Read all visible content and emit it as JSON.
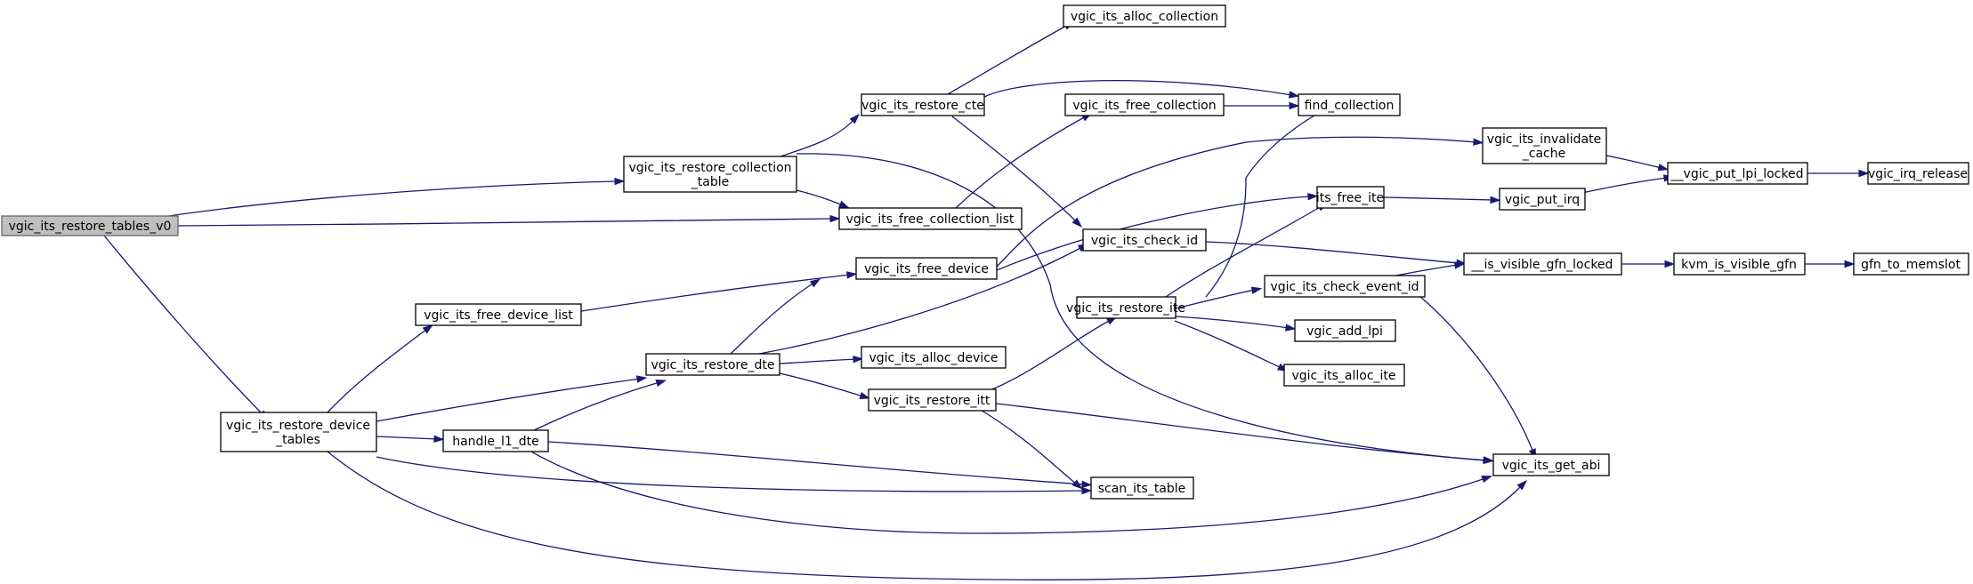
{
  "diagram": {
    "type": "call-graph",
    "colors": {
      "edge": "#191970",
      "node_border": "#000000",
      "root_fill": "#bfbfbf",
      "root_border": "#666666",
      "background": "#ffffff"
    },
    "nodes": [
      {
        "id": "n_root",
        "lines": [
          "vgic_its_restore_tables_v0"
        ],
        "root": true
      },
      {
        "id": "n_rct",
        "lines": [
          "vgic_its_restore_collection",
          "_table"
        ]
      },
      {
        "id": "n_rdt",
        "lines": [
          "vgic_its_restore_device",
          "_tables"
        ]
      },
      {
        "id": "n_cte",
        "lines": [
          "vgic_its_restore_cte"
        ]
      },
      {
        "id": "n_fcl",
        "lines": [
          "vgic_its_free_collection_list"
        ]
      },
      {
        "id": "n_fdl",
        "lines": [
          "vgic_its_free_device_list"
        ]
      },
      {
        "id": "n_dte",
        "lines": [
          "vgic_its_restore_dte"
        ]
      },
      {
        "id": "n_h1",
        "lines": [
          "handle_l1_dte"
        ]
      },
      {
        "id": "n_sit",
        "lines": [
          "scan_its_table"
        ]
      },
      {
        "id": "n_abi",
        "lines": [
          "vgic_its_get_abi"
        ]
      },
      {
        "id": "n_ac",
        "lines": [
          "vgic_its_alloc_collection"
        ]
      },
      {
        "id": "n_fc",
        "lines": [
          "vgic_its_free_collection"
        ]
      },
      {
        "id": "n_find",
        "lines": [
          "find_collection"
        ]
      },
      {
        "id": "n_cid",
        "lines": [
          "vgic_its_check_id"
        ]
      },
      {
        "id": "n_fd",
        "lines": [
          "vgic_its_free_device"
        ]
      },
      {
        "id": "n_ad",
        "lines": [
          "vgic_its_alloc_device"
        ]
      },
      {
        "id": "n_itt",
        "lines": [
          "vgic_its_restore_itt"
        ]
      },
      {
        "id": "n_ite",
        "lines": [
          "vgic_its_restore_ite"
        ]
      },
      {
        "id": "n_inv",
        "lines": [
          "vgic_its_invalidate",
          "_cache"
        ]
      },
      {
        "id": "n_fite",
        "lines": [
          "its_free_ite"
        ]
      },
      {
        "id": "n_cei",
        "lines": [
          "vgic_its_check_event_id"
        ]
      },
      {
        "id": "n_lpi",
        "lines": [
          "vgic_add_lpi"
        ]
      },
      {
        "id": "n_aite",
        "lines": [
          "vgic_its_alloc_ite"
        ]
      },
      {
        "id": "n_isv",
        "lines": [
          "__is_visible_gfn_locked"
        ]
      },
      {
        "id": "n_putlk",
        "lines": [
          "__vgic_put_lpi_locked"
        ]
      },
      {
        "id": "n_put",
        "lines": [
          "vgic_put_irq"
        ]
      },
      {
        "id": "n_rel",
        "lines": [
          "vgic_irq_release"
        ]
      },
      {
        "id": "n_kvm",
        "lines": [
          "kvm_is_visible_gfn"
        ]
      },
      {
        "id": "n_mem",
        "lines": [
          "gfn_to_memslot"
        ]
      }
    ],
    "edges": [
      {
        "from": "n_root",
        "to": "n_rct"
      },
      {
        "from": "n_root",
        "to": "n_fcl"
      },
      {
        "from": "n_root",
        "to": "n_rdt"
      },
      {
        "from": "n_rct",
        "to": "n_cte"
      },
      {
        "from": "n_rct",
        "to": "n_fcl"
      },
      {
        "from": "n_rct",
        "to": "n_abi"
      },
      {
        "from": "n_cte",
        "to": "n_ac"
      },
      {
        "from": "n_cte",
        "to": "n_find"
      },
      {
        "from": "n_cte",
        "to": "n_cid"
      },
      {
        "from": "n_fcl",
        "to": "n_fc"
      },
      {
        "from": "n_fc",
        "to": "n_find"
      },
      {
        "from": "n_rdt",
        "to": "n_fdl"
      },
      {
        "from": "n_rdt",
        "to": "n_dte"
      },
      {
        "from": "n_rdt",
        "to": "n_h1"
      },
      {
        "from": "n_rdt",
        "to": "n_sit"
      },
      {
        "from": "n_rdt",
        "to": "n_abi"
      },
      {
        "from": "n_fdl",
        "to": "n_fd"
      },
      {
        "from": "n_h1",
        "to": "n_dte"
      },
      {
        "from": "n_h1",
        "to": "n_sit"
      },
      {
        "from": "n_h1",
        "to": "n_abi"
      },
      {
        "from": "n_dte",
        "to": "n_fd"
      },
      {
        "from": "n_dte",
        "to": "n_cid"
      },
      {
        "from": "n_dte",
        "to": "n_ad"
      },
      {
        "from": "n_dte",
        "to": "n_itt"
      },
      {
        "from": "n_fd",
        "to": "n_inv"
      },
      {
        "from": "n_fd",
        "to": "n_fite"
      },
      {
        "from": "n_itt",
        "to": "n_ite"
      },
      {
        "from": "n_itt",
        "to": "n_sit"
      },
      {
        "from": "n_itt",
        "to": "n_abi"
      },
      {
        "from": "n_cid",
        "to": "n_isv"
      },
      {
        "from": "n_ite",
        "to": "n_find"
      },
      {
        "from": "n_ite",
        "to": "n_fite"
      },
      {
        "from": "n_ite",
        "to": "n_cei"
      },
      {
        "from": "n_ite",
        "to": "n_lpi"
      },
      {
        "from": "n_ite",
        "to": "n_aite"
      },
      {
        "from": "n_inv",
        "to": "n_putlk"
      },
      {
        "from": "n_fite",
        "to": "n_put"
      },
      {
        "from": "n_put",
        "to": "n_putlk"
      },
      {
        "from": "n_putlk",
        "to": "n_rel"
      },
      {
        "from": "n_cei",
        "to": "n_isv"
      },
      {
        "from": "n_cei",
        "to": "n_abi"
      },
      {
        "from": "n_isv",
        "to": "n_kvm"
      },
      {
        "from": "n_kvm",
        "to": "n_mem"
      }
    ]
  }
}
